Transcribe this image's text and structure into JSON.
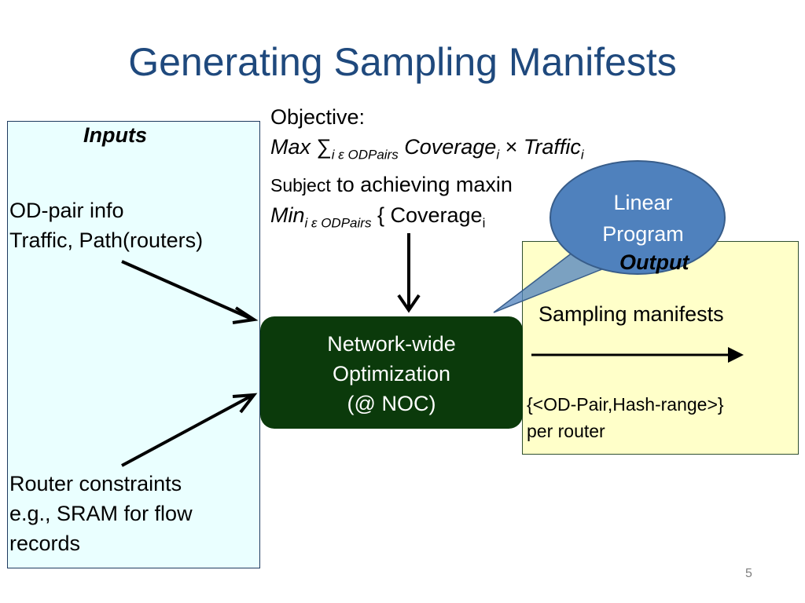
{
  "slide": {
    "title": "Generating Sampling Manifests",
    "page_number": "5"
  },
  "inputs": {
    "heading": "Inputs",
    "od_line1": "OD-pair info",
    "od_line2": "Traffic, Path(routers)",
    "router_line1": "Router constraints",
    "router_line2": "e.g., SRAM for flow",
    "router_line3": "records"
  },
  "objective": {
    "label": "Objective:",
    "max_word": "Max",
    "sum_symbol": "∑",
    "index_set": "i ε ODPairs",
    "coverage": "Coverage",
    "sub_i": "i",
    "times": "×",
    "traffic": "Traffic",
    "subject_small": "Subject",
    "subject_rest": "to achieving maxin",
    "min_word": "Min",
    "min_brace": "{ Coverage"
  },
  "center": {
    "line1": "Network-wide",
    "line2": "Optimization",
    "line3": "(@ NOC)"
  },
  "callout": {
    "line1": "Linear",
    "line2": "Program"
  },
  "output": {
    "heading": "Output",
    "manifest_label": "Sampling manifests",
    "tuple": "{<OD-Pair,Hash-range>}",
    "per_router": "per router"
  },
  "colors": {
    "title": "#1f497d",
    "inputs_fill": "#eaffff",
    "output_fill": "#ffffc9",
    "center_fill": "#0b3a0b",
    "callout_fill": "#4f81bd"
  }
}
